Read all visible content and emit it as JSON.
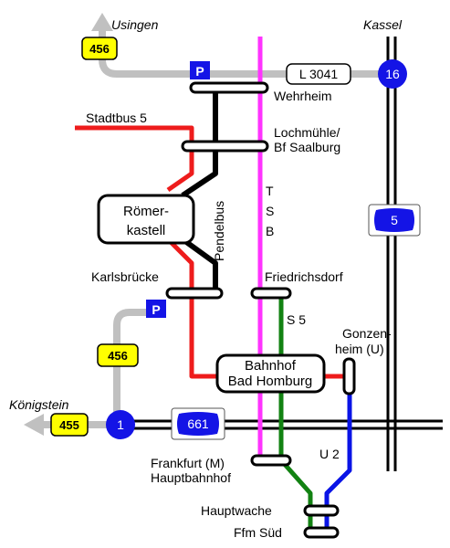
{
  "colors": {
    "road": "#c0c0c0",
    "sbahn_s5": "#ff33ff",
    "ubahn_u2": "#0a14e6",
    "sbahn_green": "#128212",
    "stadtbus": "#ee1c1c",
    "rail": "#000000",
    "badge": "#ffff00",
    "route_blue": "#1414e6"
  },
  "roads": {
    "usingen": "Usingen",
    "kassel": "Kassel",
    "koenigstein": "Königstein",
    "l3041": "L 3041",
    "b456_top": "456",
    "b456_left": "456",
    "b455": "455"
  },
  "route_shields": {
    "a16": "16",
    "a5": "5",
    "a1": "1",
    "a661": "661"
  },
  "stations": {
    "wehrheim": "Wehrheim",
    "lochmuehle_1": "Lochmühle/",
    "lochmuehle_2": "Bf Saalburg",
    "roemerkastell_1": "Römer-",
    "roemerkastell_2": "kastell",
    "karlsbruecke": "Karlsbrücke",
    "friedrichsdorf": "Friedrichsdorf",
    "gonzenheim_1": "Gonzen-",
    "gonzenheim_2": "heim (U)",
    "bad_homburg_1": "Bahnhof",
    "bad_homburg_2": "Bad Homburg",
    "frankfurt_hbf_1": "Frankfurt (M)",
    "frankfurt_hbf_2": "Hauptbahnhof",
    "hauptwache": "Hauptwache",
    "ffm_sued": "Ffm Süd"
  },
  "lines": {
    "stadtbus": "Stadtbus 5",
    "pendelbus": "Pendelbus",
    "tsb_t": "T",
    "tsb_s": "S",
    "tsb_b": "B",
    "s5": "S 5",
    "u2": "U 2"
  },
  "parking": {
    "p_top": "P",
    "p_left": "P"
  }
}
